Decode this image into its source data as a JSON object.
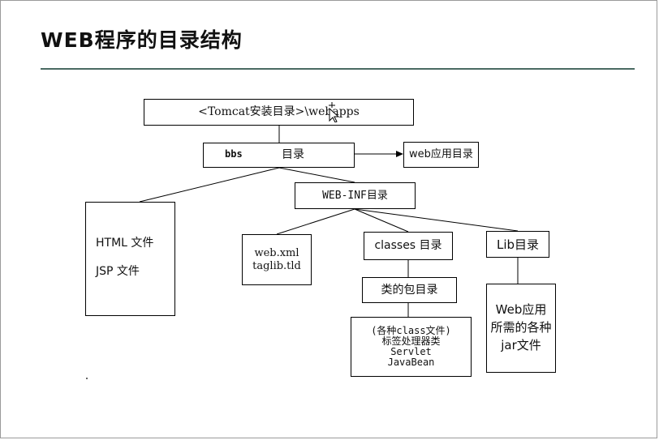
{
  "title": "WEB程序的目录结构",
  "nodes": {
    "tomcat": "<Tomcat安装目录>\\webapps",
    "bbs_name": "bbs",
    "bbs_dir": "目录",
    "web_app_dir": "web应用目录",
    "webinf": "WEB-INF目录",
    "html_file": "HTML 文件",
    "jsp_file": "JSP 文件",
    "webxml": "web.xml",
    "taglib": "taglib.tld",
    "classes": "classes 目录",
    "lib": "Lib目录",
    "package": "类的包目录",
    "class_files": [
      "(各种class文件)",
      "标签处理器类",
      "Servlet",
      "JavaBean"
    ],
    "jar_lines": [
      "Web应用",
      "所需的各种",
      "jar文件"
    ]
  },
  "colors": {
    "title_rule": "#4a6a62",
    "box_border": "#000000"
  },
  "icons": {
    "cursor": "mouse-pointer-icon"
  }
}
